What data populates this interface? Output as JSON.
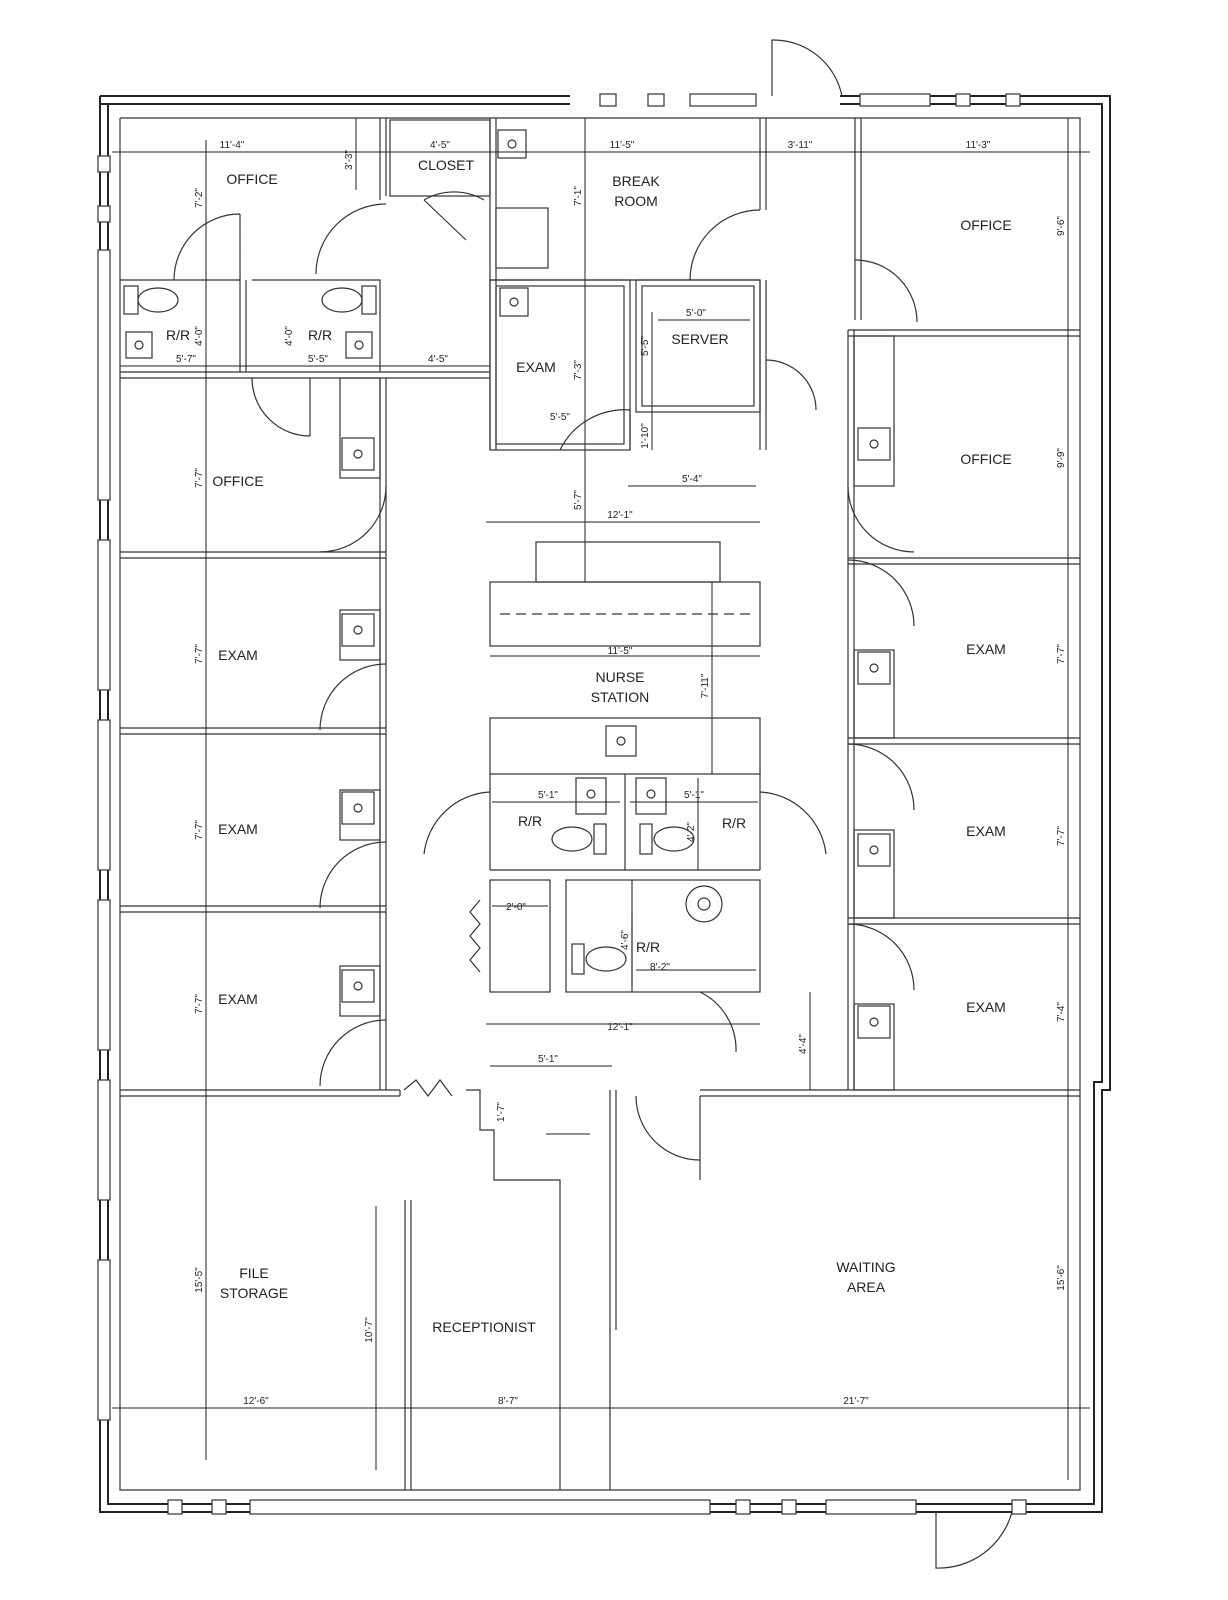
{
  "rooms": {
    "office_nw": "OFFICE",
    "closet": "CLOSET",
    "break_l1": "BREAK",
    "break_l2": "ROOM",
    "office_ne1": "OFFICE",
    "rr_a": "R/R",
    "rr_b": "R/R",
    "exam_center": "EXAM",
    "server": "SERVER",
    "office_w": "OFFICE",
    "office_ne2": "OFFICE",
    "exam_w1": "EXAM",
    "exam_w2": "EXAM",
    "exam_w3": "EXAM",
    "exam_e1": "EXAM",
    "exam_e2": "EXAM",
    "exam_e3": "EXAM",
    "nurse_l1": "NURSE",
    "nurse_l2": "STATION",
    "rr_c": "R/R",
    "rr_d": "R/R",
    "rr_e": "R/R",
    "file_l1": "FILE",
    "file_l2": "STORAGE",
    "receptionist": "RECEPTIONIST",
    "waiting_l1": "WAITING",
    "waiting_l2": "AREA"
  },
  "dims": {
    "d_11_4": "11'-4\"",
    "d_3_3": "3'-3\"",
    "d_4_5_closet": "4'-5\"",
    "d_11_5_top": "11'-5\"",
    "d_3_11": "3'-11\"",
    "d_11_3": "11'-3\"",
    "d_7_2": "7'-2\"",
    "d_7_1": "7'-1\"",
    "d_9_6": "9'-6\"",
    "d_4_0_a": "4'-0\"",
    "d_5_7_rr": "5'-7\"",
    "d_4_0_b": "4'-0\"",
    "d_5_5_rr": "5'-5\"",
    "d_4_5_hall": "4'-5\"",
    "d_7_3": "7'-3\"",
    "d_5_5_exam": "5'-5\"",
    "d_5_0": "5'-0\"",
    "d_5_5_server": "5'-5\"",
    "d_1_10": "1'-10\"",
    "d_5_4": "5'-4\"",
    "d_9_9": "9'-9\"",
    "d_7_7_office": "7'-7\"",
    "d_5_7_hall": "5'-7\"",
    "d_12_1_top": "12'-1\"",
    "d_11_5_mid": "11'-5\"",
    "d_7_11": "7'-11\"",
    "d_7_7_w1": "7'-7\"",
    "d_7_7_w2": "7'-7\"",
    "d_7_7_w3": "7'-7\"",
    "d_7_7_e1": "7'-7\"",
    "d_7_7_e2": "7'-7\"",
    "d_7_4": "7'-4\"",
    "d_5_1_a": "5'-1\"",
    "d_5_1_b": "5'-1\"",
    "d_4_2": "4'-2\"",
    "d_2_0": "2'-0\"",
    "d_4_6": "4'-6\"",
    "d_8_2": "8'-2\"",
    "d_12_1_bot": "12'-1\"",
    "d_4_4": "4'-4\"",
    "d_5_1_c": "5'-1\"",
    "d_1_7": "1'-7\"",
    "d_15_5": "15'-5\"",
    "d_10_7": "10'-7\"",
    "d_15_6": "15'-6\"",
    "d_12_6": "12'-6\"",
    "d_8_7": "8'-7\"",
    "d_21_7": "21'-7\""
  }
}
